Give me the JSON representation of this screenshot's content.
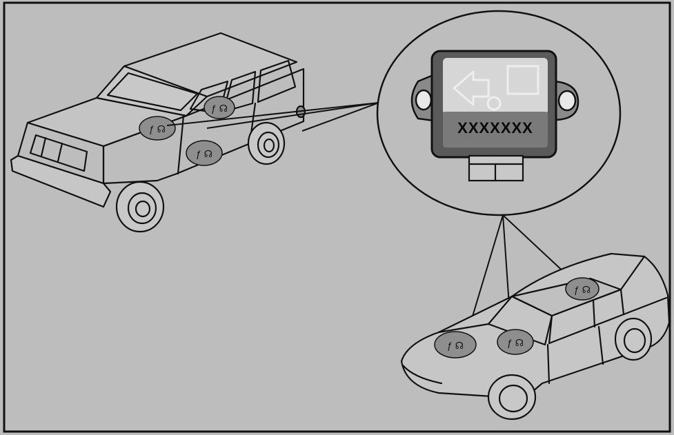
{
  "figure": {
    "background_color": "#bdbdbd",
    "line_color": "#111111",
    "marker_fill": "#8e8e8e",
    "module_shadow": "#5a5a5a",
    "module_face": "#dadada",
    "module_dark": "#7a7a7a"
  },
  "module": {
    "label": "XXXXXXX",
    "icons": [
      "arrow-icon",
      "circle-icon",
      "square-icon"
    ]
  },
  "markers": {
    "suv_count": 3,
    "sedan_count": 3,
    "marker_symbol": "sensor-icon"
  }
}
